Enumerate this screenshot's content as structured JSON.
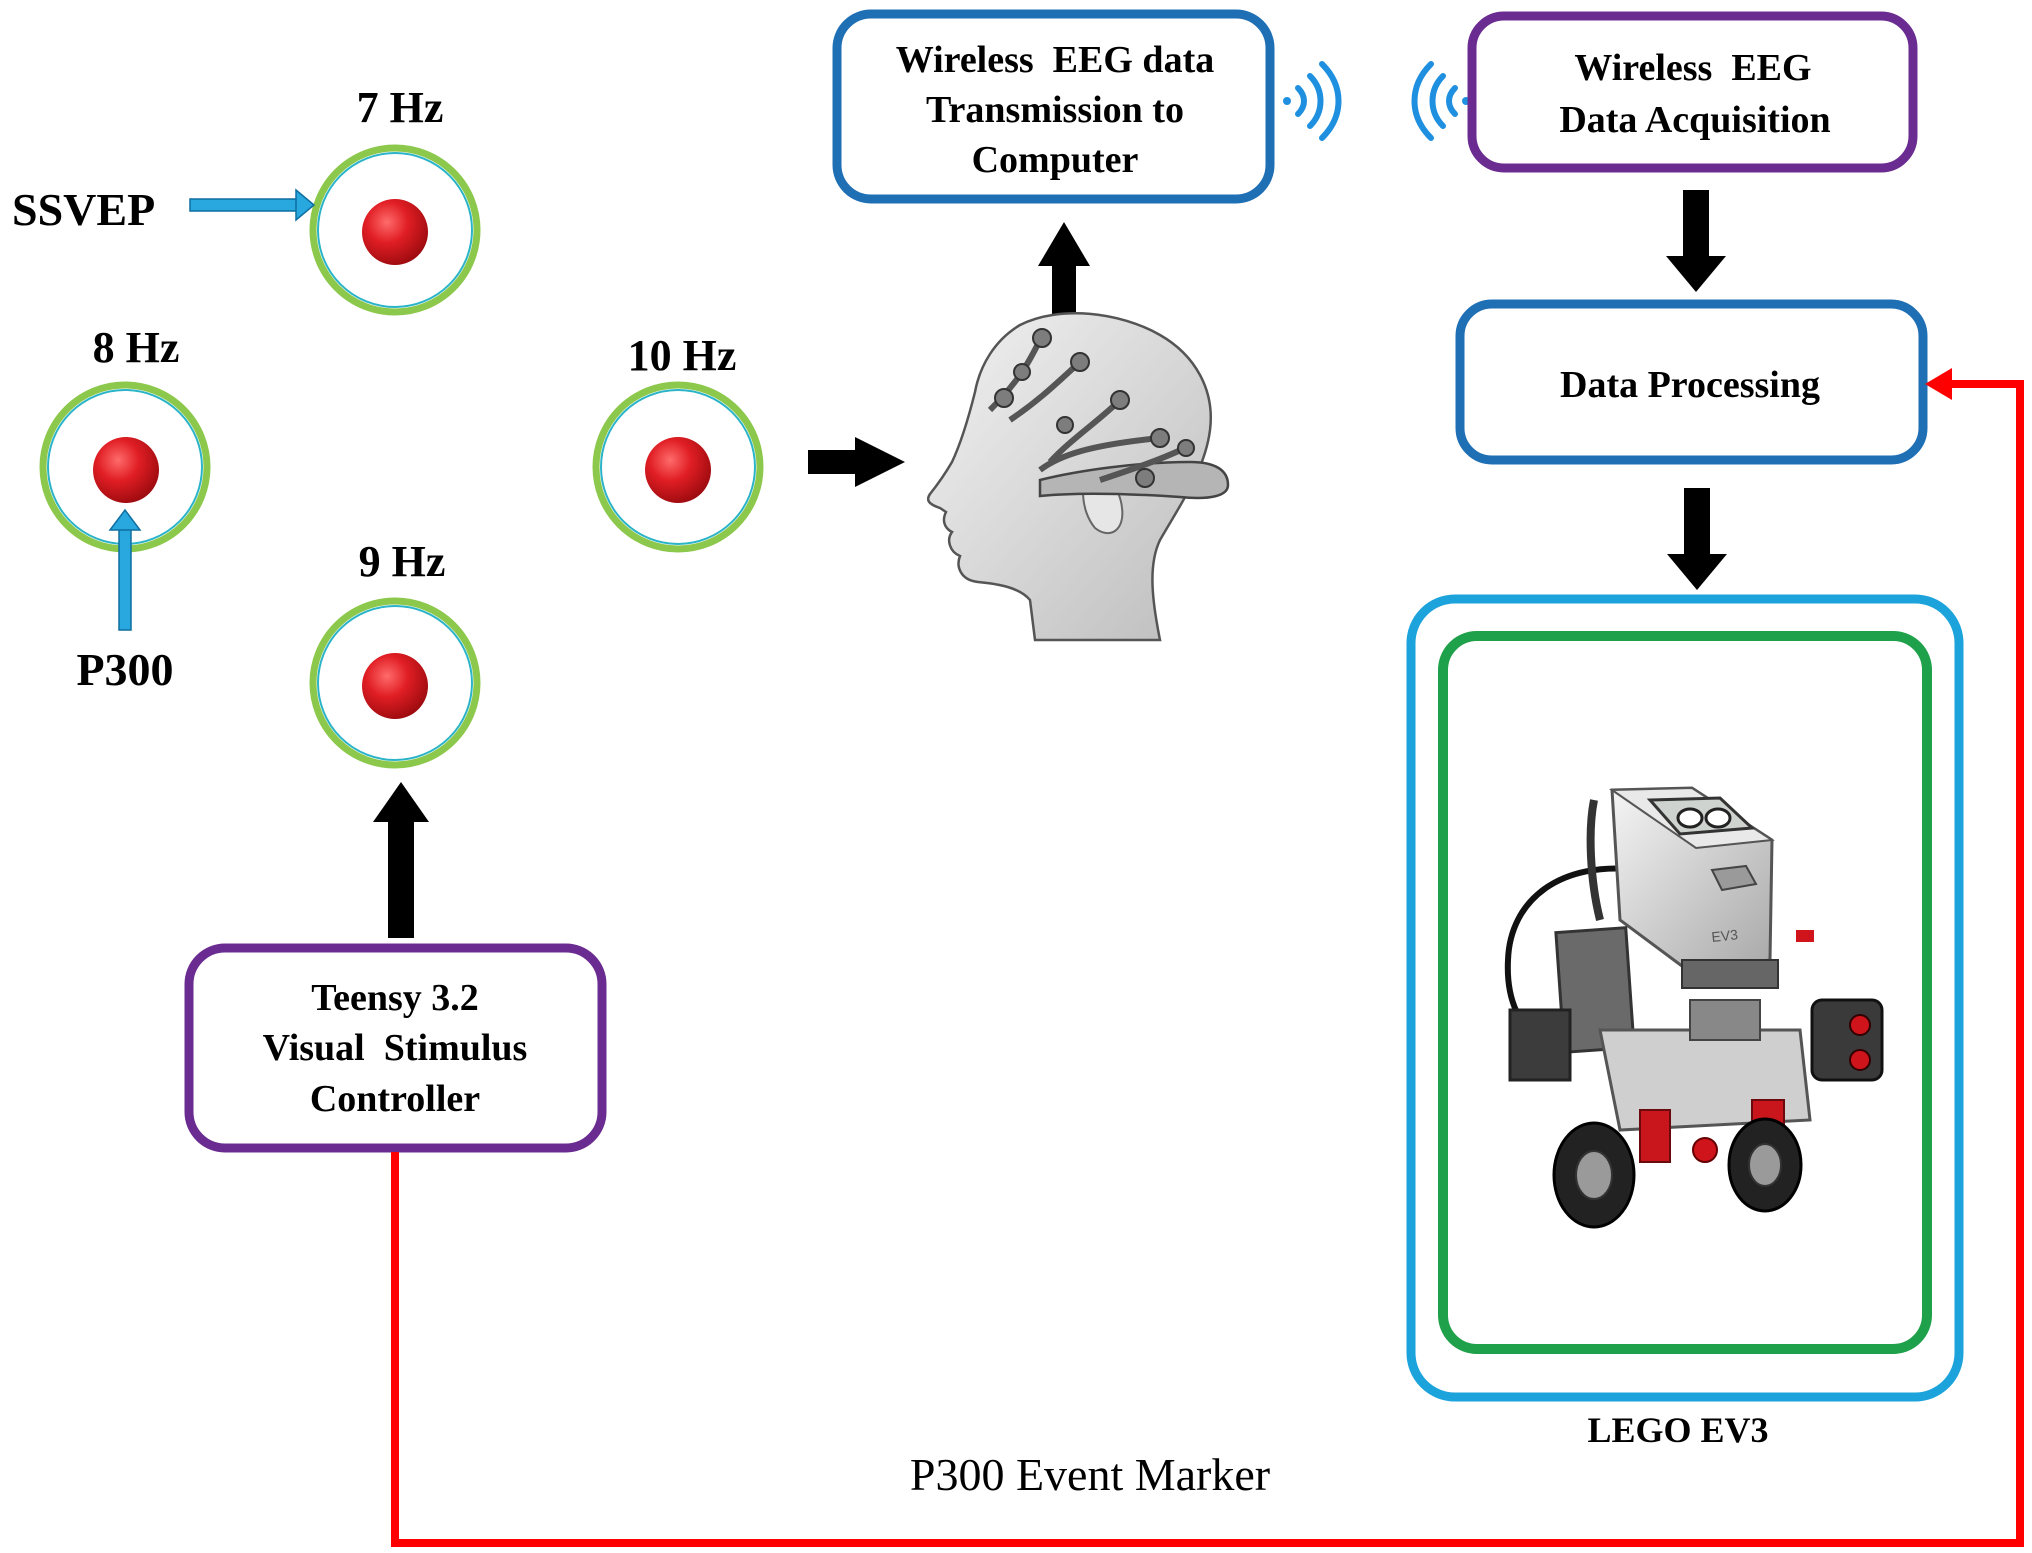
{
  "stimuli": {
    "hz7": "7 Hz",
    "hz8": "8 Hz",
    "hz9": "9 Hz",
    "hz10": "10 Hz"
  },
  "paradigms": {
    "ssvep": "SSVEP",
    "p300": "P300"
  },
  "boxes": {
    "transmission": [
      "Wireless  EEG data",
      "Transmission to",
      "Computer"
    ],
    "acquisition": [
      "Wireless  EEG",
      "Data Acquisition"
    ],
    "processing": "Data Processing",
    "controller": [
      "Teensy 3.2",
      "Visual  Stimulus",
      "Controller"
    ]
  },
  "robot_label": "LEGO EV3",
  "event_marker": "P300 Event Marker",
  "colors": {
    "blue_box": "#1f6fb5",
    "purple_box": "#6b2c91",
    "ring_green": "#8cc84b",
    "ring_inner": "#2bb3c8",
    "dot_red": "#d0141b",
    "arrow_blue": "#29a8e0",
    "wire_red": "#ff0000",
    "outer_frame": "#1ca3dc",
    "inner_frame": "#1fa04a"
  },
  "icons": {
    "eeg_head": "eeg-headset-illustration",
    "robot": "lego-ev3-robot-illustration",
    "wifi": "wireless-signal-icon"
  }
}
